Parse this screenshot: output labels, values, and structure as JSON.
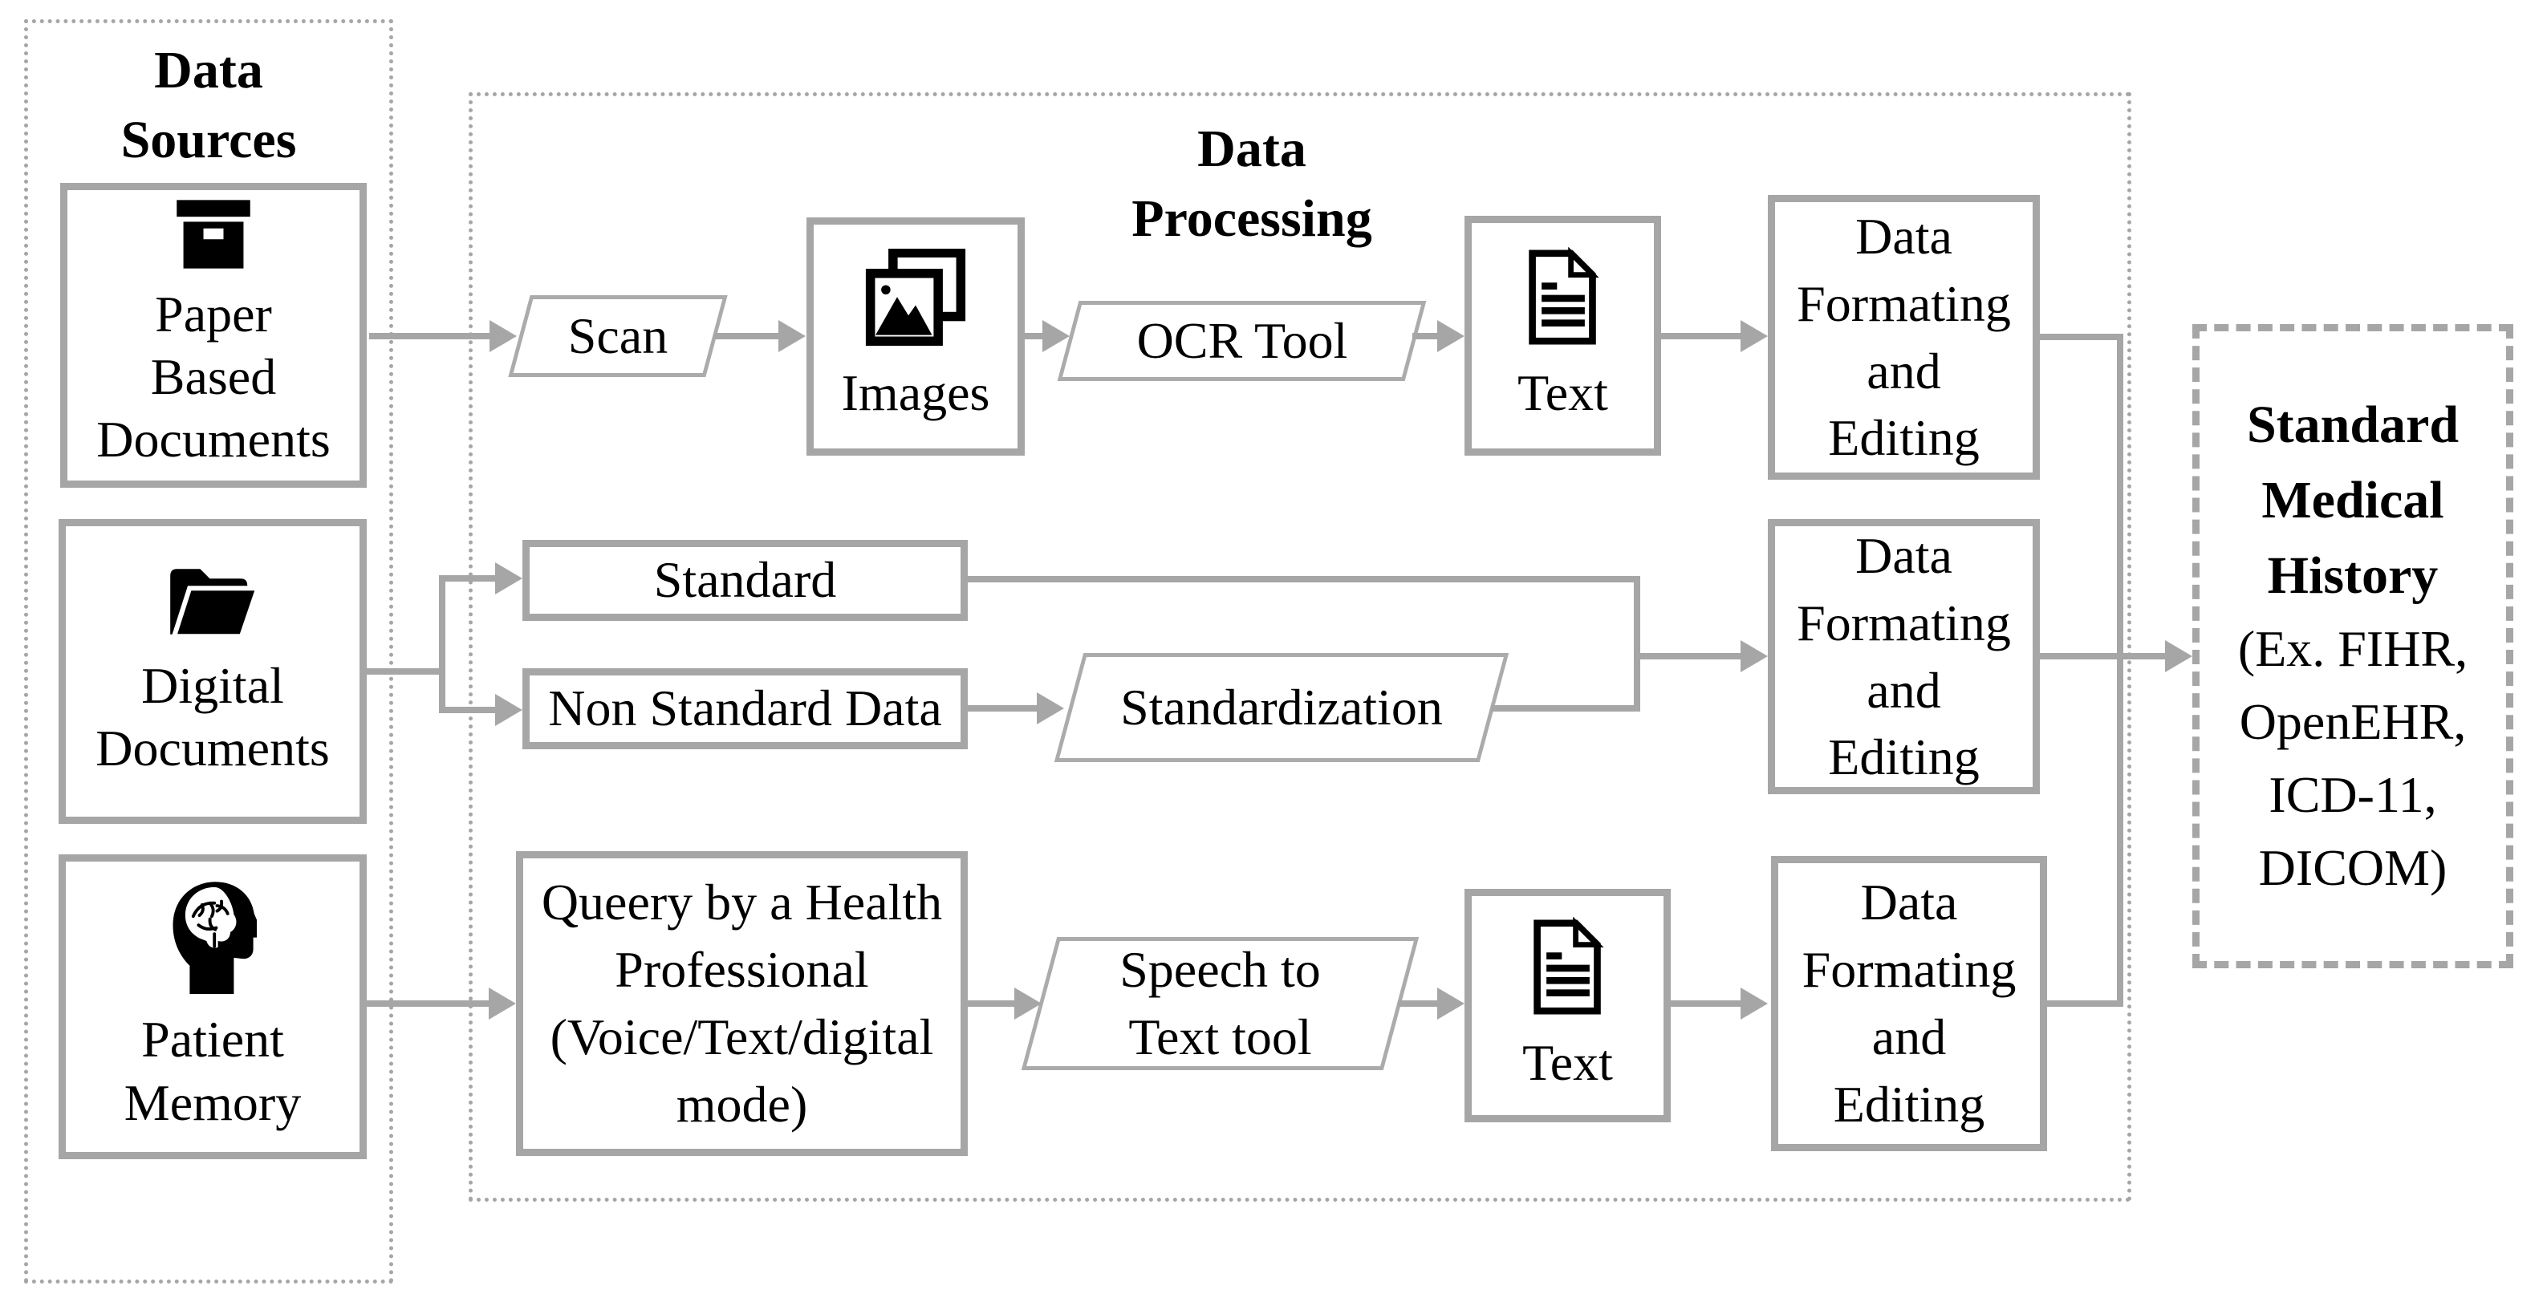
{
  "colors": {
    "line": "#a6a6a6",
    "icon": "#000000",
    "background": "#ffffff",
    "text": "#000000"
  },
  "panels": {
    "data_sources": {
      "title": "Data\nSources"
    },
    "data_processing": {
      "title": "Data\nProcessing"
    }
  },
  "nodes": {
    "paper": {
      "label": "Paper\nBased\nDocuments",
      "icon": "archive-box-icon"
    },
    "digital": {
      "label": "Digital\nDocuments",
      "icon": "open-folder-icon"
    },
    "patient": {
      "label": "Patient\nMemory",
      "icon": "head-brain-icon"
    },
    "scan": {
      "label": "Scan"
    },
    "images": {
      "label": "Images",
      "icon": "photos-icon"
    },
    "ocr": {
      "label": "OCR Tool"
    },
    "text_row1": {
      "label": "Text",
      "icon": "text-document-icon"
    },
    "format_row1": {
      "label": "Data\nFormating\nand\nEditing"
    },
    "standard": {
      "label": "Standard"
    },
    "non_standard": {
      "label": "Non Standard Data"
    },
    "standardization": {
      "label": "Standardization"
    },
    "format_row2": {
      "label": "Data\nFormating\nand\nEditing"
    },
    "query": {
      "label": "Queery by a Health\nProfessional\n(Voice/Text/digital\nmode)"
    },
    "speech": {
      "label": "Speech to\nText tool"
    },
    "text_row3": {
      "label": "Text",
      "icon": "text-document-icon"
    },
    "format_row3": {
      "label": "Data\nFormating\nand\nEditing"
    }
  },
  "output": {
    "title": "Standard\nMedical\nHistory",
    "examples": "(Ex. FIHR,\nOpenEHR,\nICD-11,\nDICOM)"
  }
}
